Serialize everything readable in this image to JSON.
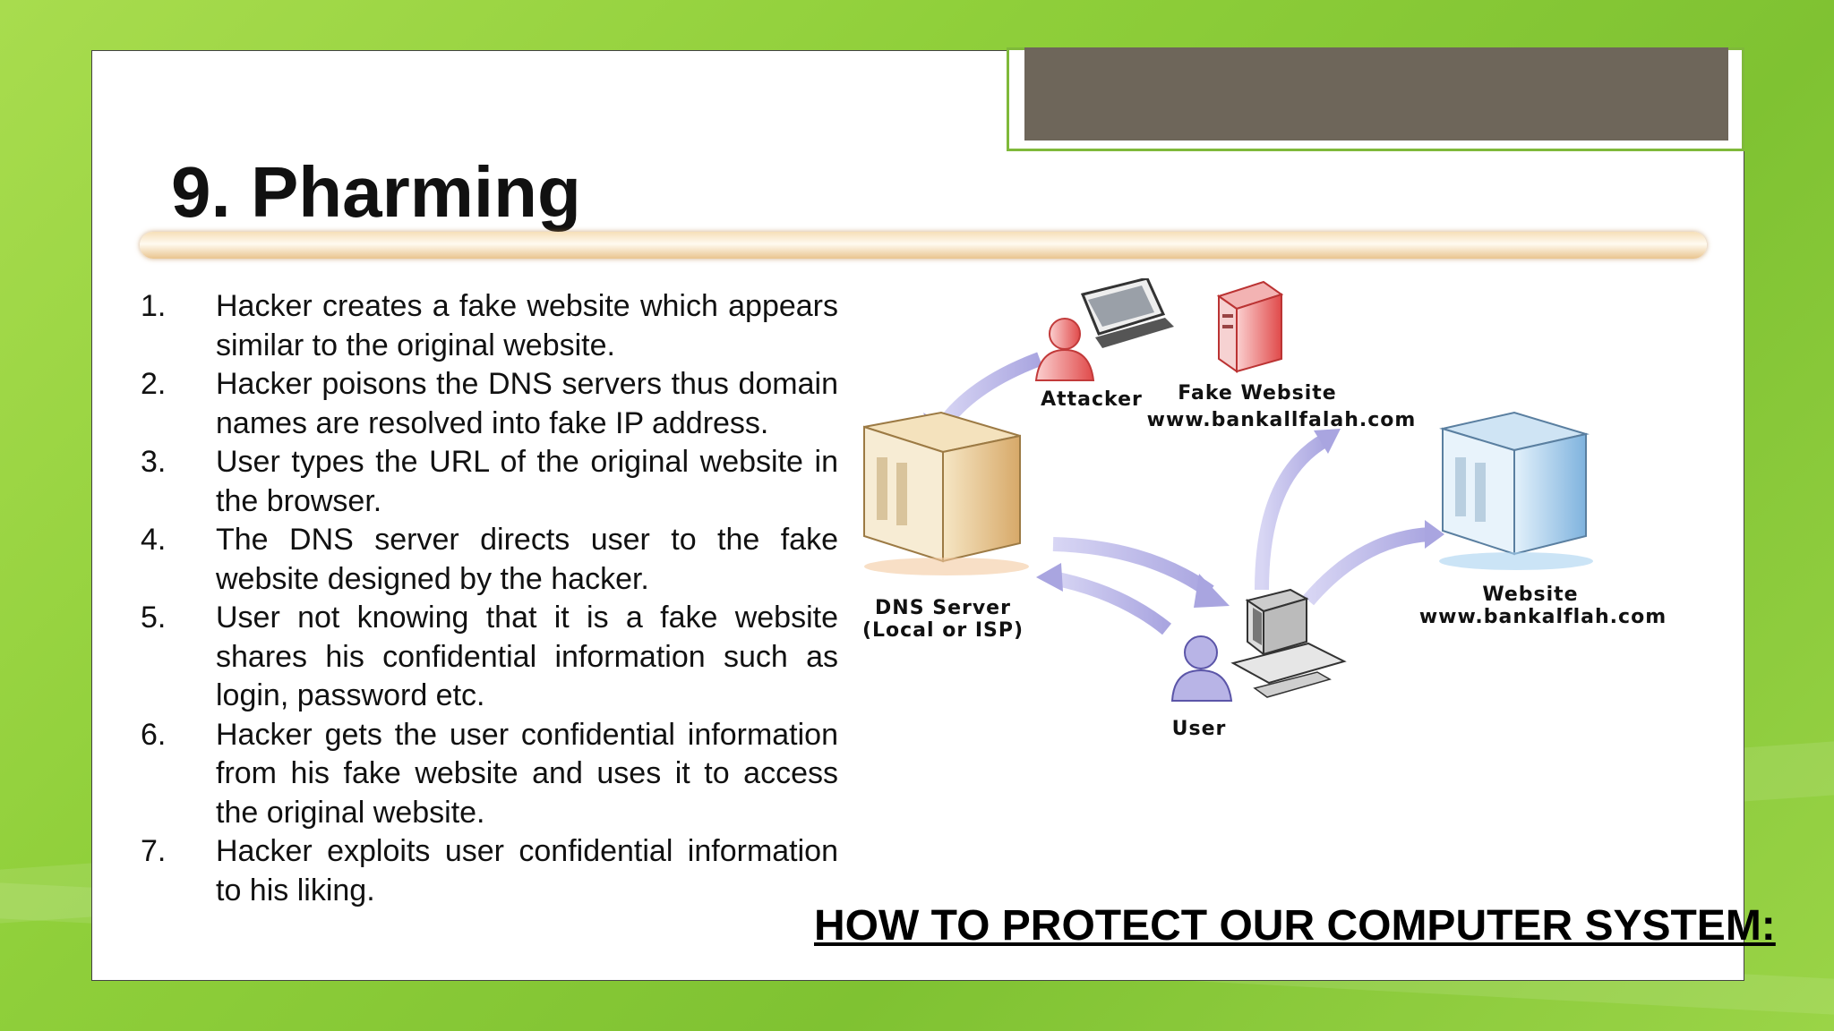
{
  "slide": {
    "title": "9. Pharming",
    "steps": [
      {
        "num": "1.",
        "text": "Hacker creates a fake website which appears similar to the original website."
      },
      {
        "num": "2.",
        "text": "Hacker poisons the DNS servers thus domain names are resolved into fake IP address."
      },
      {
        "num": "3.",
        "text": "User types the URL of the original website in the browser."
      },
      {
        "num": "4.",
        "text": "The DNS server directs user to the fake website designed by the hacker."
      },
      {
        "num": "5.",
        "text": "User not knowing that it is a fake website shares his confidential information such as login, password etc."
      },
      {
        "num": "6.",
        "text": "Hacker gets the user confidential information from his fake website and uses it to access the original website."
      },
      {
        "num": "7.",
        "text": "Hacker exploits user confidential information to his liking."
      }
    ],
    "protect_heading": "HOW TO PROTECT OUR COMPUTER SYSTEM:"
  },
  "diagram": {
    "attacker_label": "Attacker",
    "fake_site_label": "Fake Website",
    "fake_site_url": "www.bankallfalah.com",
    "dns_label_1": "DNS Server",
    "dns_label_2": "(Local or ISP)",
    "website_label": "Website",
    "website_url": "www.bankalflah.com",
    "user_label": "User"
  },
  "colors": {
    "background_green": "#8fcf3a",
    "header_tab": "#6e665a",
    "arrow": "#b9b6e6",
    "attacker_red": "#e04a4a",
    "server_blue": "#8ec3e8",
    "server_tan": "#e8c98e"
  }
}
